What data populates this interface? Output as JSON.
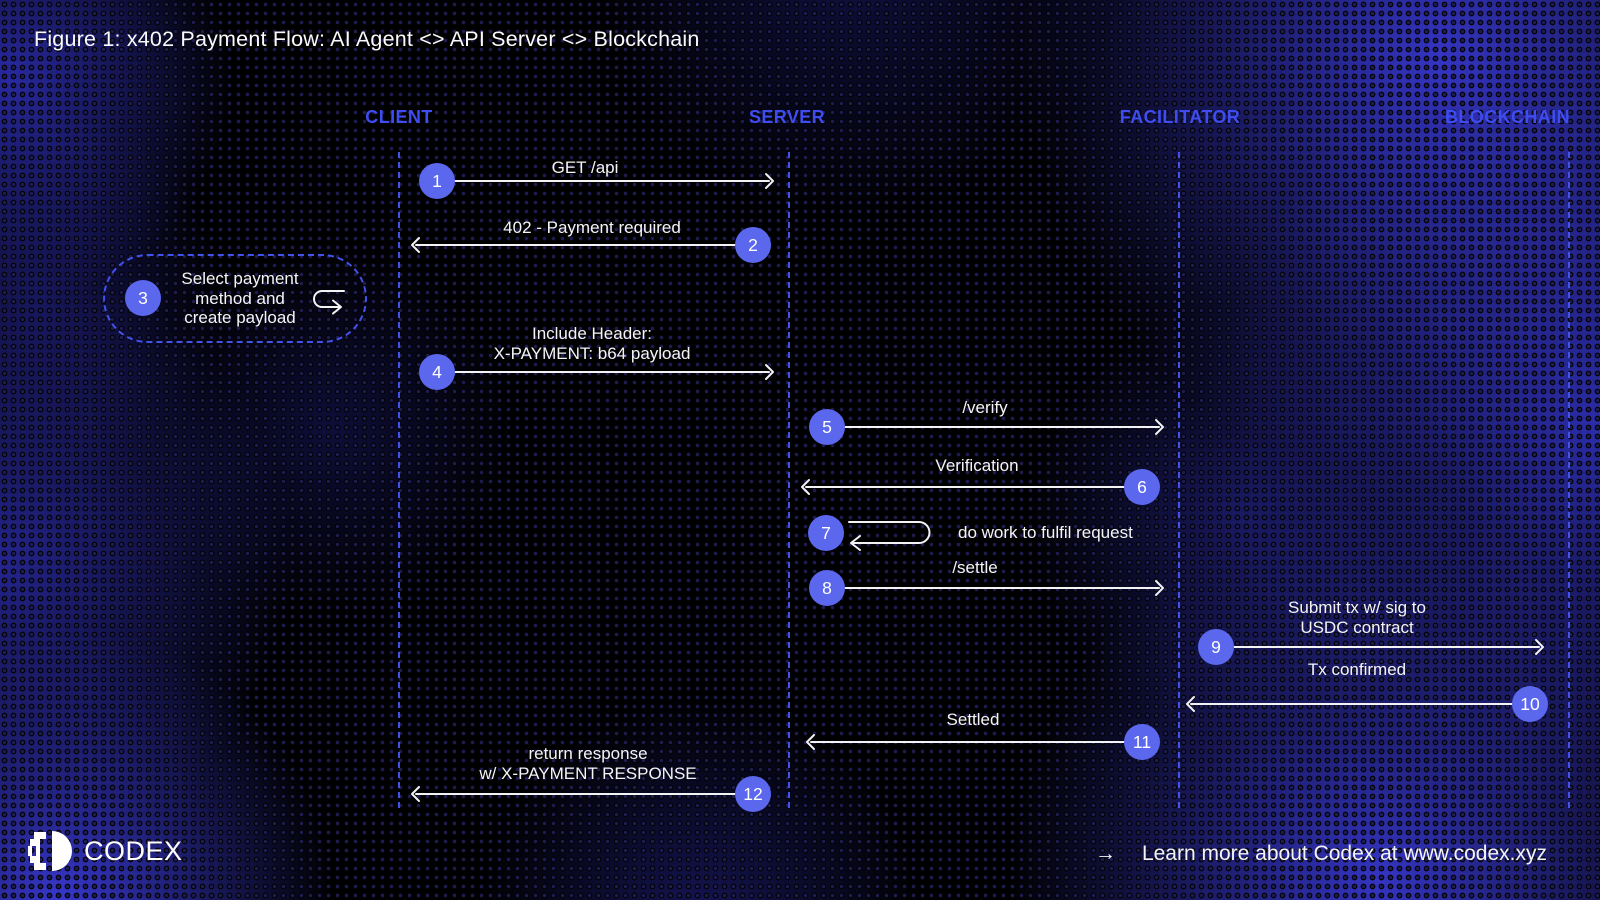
{
  "title": "Figure 1: x402 Payment Flow: AI Agent <> API Server <> Blockchain",
  "lanes": [
    {
      "label": "CLIENT"
    },
    {
      "label": "SERVER"
    },
    {
      "label": "FACILITATOR"
    },
    {
      "label": "BLOCKCHAIN"
    }
  ],
  "steps": [
    {
      "num": "1",
      "from": "CLIENT",
      "to": "SERVER",
      "lines": [
        "GET /api"
      ]
    },
    {
      "num": "2",
      "from": "SERVER",
      "to": "CLIENT",
      "lines": [
        "402 - Payment required"
      ]
    },
    {
      "num": "3",
      "type": "self",
      "lane": "CLIENT",
      "lines": [
        "Select payment",
        "method and",
        "create payload"
      ]
    },
    {
      "num": "4",
      "from": "CLIENT",
      "to": "SERVER",
      "lines": [
        "Include Header:",
        "X-PAYMENT: b64 payload"
      ]
    },
    {
      "num": "5",
      "from": "SERVER",
      "to": "FACILITATOR",
      "lines": [
        "/verify"
      ]
    },
    {
      "num": "6",
      "from": "FACILITATOR",
      "to": "SERVER",
      "lines": [
        "Verification"
      ]
    },
    {
      "num": "7",
      "type": "self",
      "lane": "SERVER",
      "lines": [
        "do work to fulfil request"
      ]
    },
    {
      "num": "8",
      "from": "SERVER",
      "to": "FACILITATOR",
      "lines": [
        "/settle"
      ]
    },
    {
      "num": "9",
      "from": "FACILITATOR",
      "to": "BLOCKCHAIN",
      "lines": [
        "Submit tx w/ sig to",
        "USDC contract"
      ]
    },
    {
      "num": "10",
      "from": "BLOCKCHAIN",
      "to": "FACILITATOR",
      "lines": [
        "Tx confirmed"
      ]
    },
    {
      "num": "11",
      "from": "FACILITATOR",
      "to": "SERVER",
      "lines": [
        "Settled"
      ]
    },
    {
      "num": "12",
      "from": "SERVER",
      "to": "CLIENT",
      "lines": [
        "return response",
        "w/ X-PAYMENT RESPONSE"
      ]
    }
  ],
  "footer": {
    "brand": "CODEX",
    "arrow": "→",
    "link": "Learn more about Codex at www.codex.xyz"
  },
  "colors": {
    "accent": "#3f4cf0",
    "circle": "#5b68ee",
    "lifeline": "#4252ea",
    "halftone": "#2d2daa",
    "text": "#ffffff",
    "background": "#000000"
  }
}
